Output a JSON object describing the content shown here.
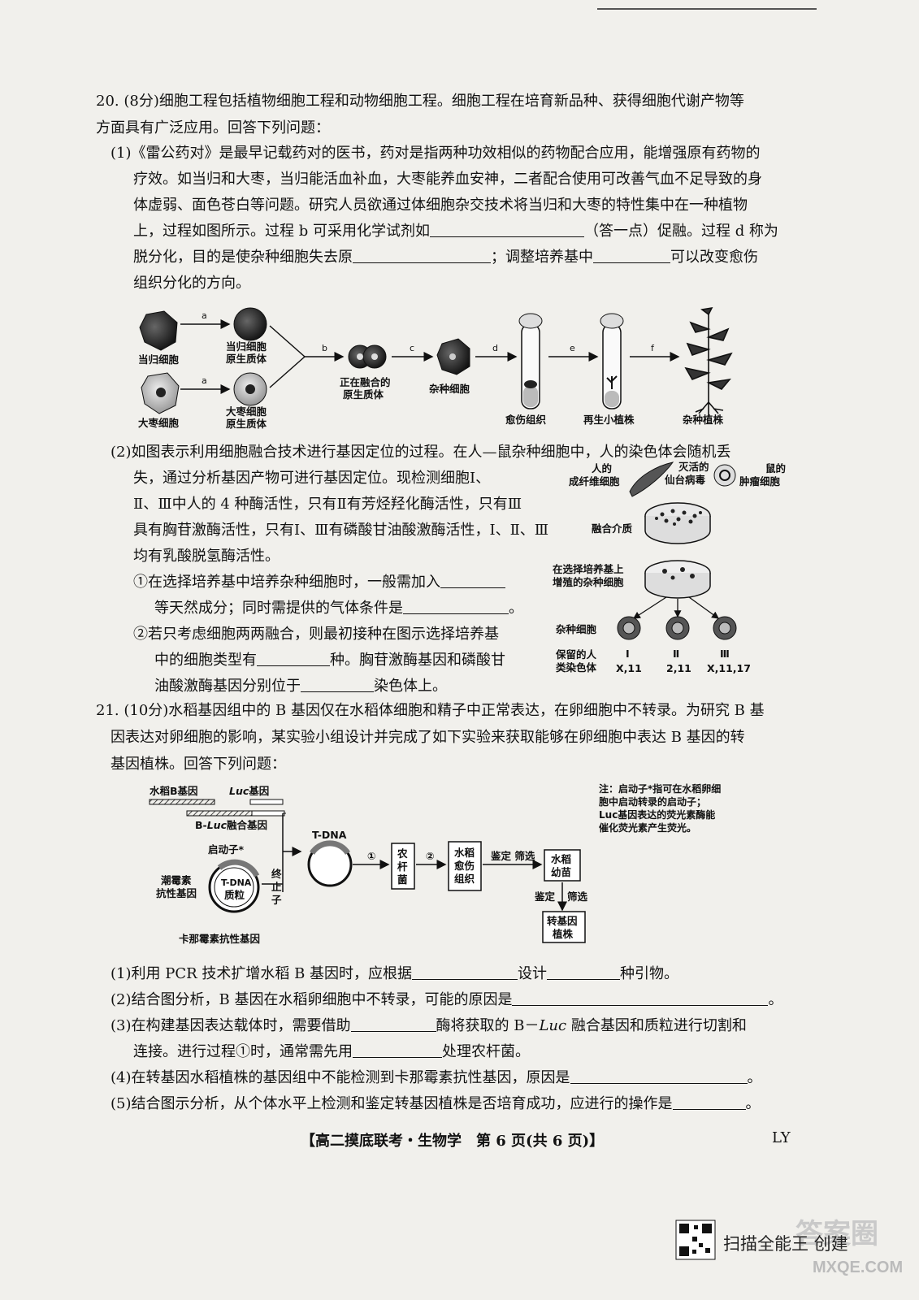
{
  "q20": {
    "l1": "20. (8分)细胞工程包括植物细胞工程和动物细胞工程。细胞工程在培育新品种、获得细胞代谢产物等",
    "l2": "方面具有广泛应用。回答下列问题：",
    "p1_1": "(1)《雷公药对》是最早记载药对的医书，药对是指两种功效相似的药物配合应用，能增强原有药物的",
    "p1_2": "疗效。如当归和大枣，当归能活血补血，大枣能养血安神，二者配合使用可改善气血不足导致的身",
    "p1_3": "体虚弱、面色苍白等问题。研究人员欲通过体细胞杂交技术将当归和大枣的特性集中在一种植物",
    "p1_4a": "上，过程如图所示。过程 b 可采用化学试剂如",
    "p1_4b": "（答一点）促融。过程 d 称为",
    "p1_5a": "脱分化，目的是使杂种细胞失去原",
    "p1_5b": "；调整培养基中",
    "p1_5c": "可以改变愈伤",
    "p1_6": "组织分化的方向。",
    "p2_1": "(2)如图表示利用细胞融合技术进行基因定位的过程。在人—鼠杂种细胞中，人的染色体会随机丢",
    "p2_2": "失，通过分析基因产物可进行基因定位。现检测细胞Ⅰ、",
    "p2_3": "Ⅱ、Ⅲ中人的 4 种酶活性，只有Ⅱ有芳烃羟化酶活性，只有Ⅲ",
    "p2_4": "具有胸苷激酶活性，只有Ⅰ、Ⅲ有磷酸甘油酸激酶活性，Ⅰ、Ⅱ、Ⅲ",
    "p2_5": "均有乳酸脱氢酶活性。",
    "p2_6a": "①在选择培养基中培养杂种细胞时，一般需加入",
    "p2_7a": "等天然成分；同时需提供的气体条件是",
    "p2_7b": "。",
    "p2_8": "②若只考虑细胞两两融合，则最初接种在图示选择培养基",
    "p2_9a": "中的细胞类型有",
    "p2_9b": "种。胸苷激酶基因和磷酸甘",
    "p2_10a": "油酸激酶基因分别位于",
    "p2_10b": "染色体上。"
  },
  "fig1": {
    "danggui_cell": "当归细胞",
    "danggui_proto_1": "当归细胞",
    "danggui_proto_2": "原生质体",
    "dazao_cell": "大枣细胞",
    "dazao_proto_1": "大枣细胞",
    "dazao_proto_2": "原生质体",
    "fusing_1": "正在融合的",
    "fusing_2": "原生质体",
    "hybrid_cell": "杂种细胞",
    "callus": "愈伤组织",
    "plantlet": "再生小植株",
    "hybrid_plant": "杂种植株",
    "a": "a",
    "b": "b",
    "c": "c",
    "d": "d",
    "e": "e",
    "f": "f"
  },
  "fig2": {
    "human_1": "人的",
    "human_2": "成纤维细胞",
    "virus_1": "灭活的",
    "virus_2": "仙台病毒",
    "mouse_1": "鼠的",
    "mouse_2": "肿瘤细胞",
    "medium": "融合介质",
    "select_1": "在选择培养基上",
    "select_2": "增殖的杂种细胞",
    "hybrid": "杂种细胞",
    "retained_1": "保留的人",
    "retained_2": "类染色体",
    "c1": "Ⅰ",
    "c2": "Ⅱ",
    "c3": "Ⅲ",
    "k1": "X,11",
    "k2": "2,11",
    "k3": "X,11,17"
  },
  "q21": {
    "l1": "21. (10分)水稻基因组中的 B 基因仅在水稻体细胞和精子中正常表达，在卵细胞中不转录。为研究 B 基",
    "l2": "因表达对卵细胞的影响，某实验小组设计并完成了如下实验来获取能够在卵细胞中表达 B 基因的转",
    "l3": "基因植株。回答下列问题：",
    "s1a": "(1)利用 PCR 技术扩增水稻 B 基因时，应根据",
    "s1b": "设计",
    "s1c": "种引物。",
    "s2a": "(2)结合图分析，B 基因在水稻卵细胞中不转录，可能的原因是",
    "s2b": "。",
    "s3a": "(3)在构建基因表达载体时，需要借助",
    "s3b": "酶将获取的 B－",
    "s3c": "Luc",
    "s3d": " 融合基因和质粒进行切割和",
    "s3e": "连接。进行过程①时，通常需先用",
    "s3f": "处理农杆菌。",
    "s4a": "(4)在转基因水稻植株的基因组中不能检测到卡那霉素抗性基因，原因是",
    "s4b": "。",
    "s5a": "(5)结合图示分析，从个体水平上检测和鉴定转基因植株是否培育成功，应进行的操作是",
    "s5b": "。"
  },
  "fig3": {
    "bgene": "水稻B基因",
    "luc": "Luc",
    "luc_suffix": "基因",
    "fusion_pre": "B-",
    "fusion_luc": "Luc",
    "fusion_suf": "融合基因",
    "promoter": "启动子*",
    "hyg_1": "潮霉素",
    "hyg_2": "抗性基因",
    "tdna_in": "T-DNA",
    "plasmid": "质粒",
    "term_1": "终",
    "term_2": "止",
    "term_3": "子",
    "kan": "卡那霉素抗性基因",
    "tdna_top": "T-DNA",
    "step1": "①",
    "step2": "②",
    "agro_1": "农",
    "agro_2": "杆",
    "agro_3": "菌",
    "rice_callus_1": "水稻",
    "rice_callus_2": "愈伤",
    "rice_callus_3": "组织",
    "screen1": "鉴定 筛选",
    "seedling_1": "水稻",
    "seedling_2": "幼苗",
    "screen2_a": "鉴定",
    "screen2_b": "筛选",
    "tg_1": "转基因",
    "tg_2": "植株"
  },
  "note": "注：启动子*指可在水稻卵细\n胞中启动转录的启动子；\nLuc基因表达的荧光素酶能\n催化荧光素产生荧光。",
  "footer": {
    "center": "【高二摸底联考・生物学　第 6 页(共 6 页)】",
    "right": "LY"
  },
  "watermark": {
    "scan": "扫描全能王 创建",
    "site_top": "答案圈",
    "site": "MXQE.COM"
  }
}
